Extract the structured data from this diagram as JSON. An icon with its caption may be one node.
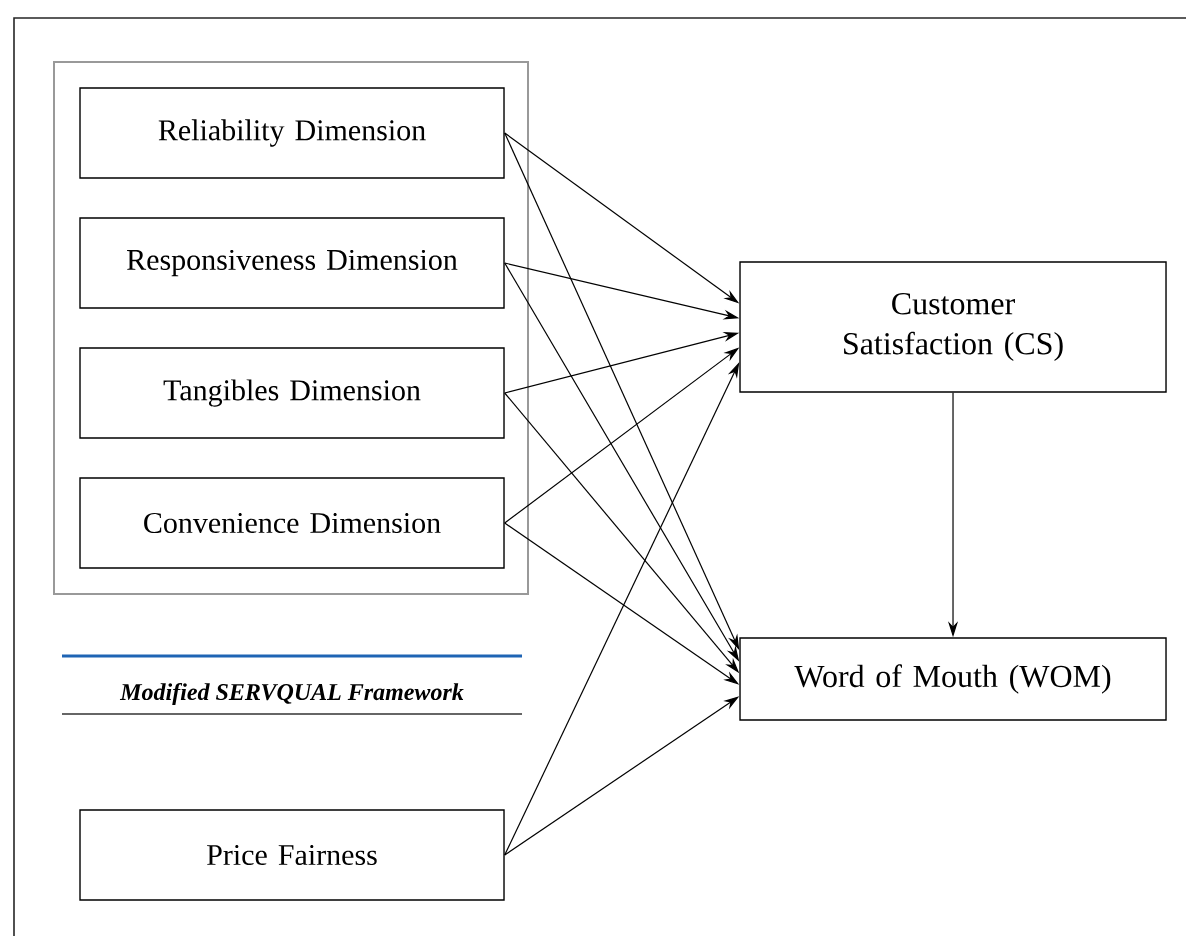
{
  "diagram": {
    "labels": [
      "Modified SERVQUAL Framework"
    ],
    "nodes": [
      {
        "text": [],
        "shape": "box"
      },
      {
        "text": [
          "Reliability Dimension"
        ],
        "in": 0
      },
      {
        "text": [
          "Responsiveness Dimension"
        ],
        "in": 0
      },
      {
        "text": [
          "Tangibles Dimension"
        ],
        "in": 0
      },
      {
        "text": [
          "Convenience Dimension"
        ],
        "in": 0
      },
      {
        "text": [
          "Price Fairness"
        ]
      },
      {
        "text": [
          "Customer Satisfaction (CS)"
        ]
      },
      {
        "text": [
          "Word of Mouth (WOM)"
        ]
      }
    ],
    "edges": [
      {
        "from": 1,
        "to": 6,
        "arrow": "to"
      },
      {
        "from": 1,
        "to": 7,
        "arrow": "to"
      },
      {
        "from": 2,
        "to": 6,
        "arrow": "to"
      },
      {
        "from": 2,
        "to": 7,
        "arrow": "to"
      },
      {
        "from": 3,
        "to": 6,
        "arrow": "to"
      },
      {
        "from": 3,
        "to": 7,
        "arrow": "to"
      },
      {
        "from": 4,
        "to": 6,
        "arrow": "to"
      },
      {
        "from": 4,
        "to": 7,
        "arrow": "to"
      },
      {
        "from": 5,
        "to": 6,
        "arrow": "to"
      },
      {
        "from": 5,
        "to": 7,
        "arrow": "to"
      },
      {
        "from": 6,
        "to": 7,
        "arrow": "to"
      }
    ]
  }
}
